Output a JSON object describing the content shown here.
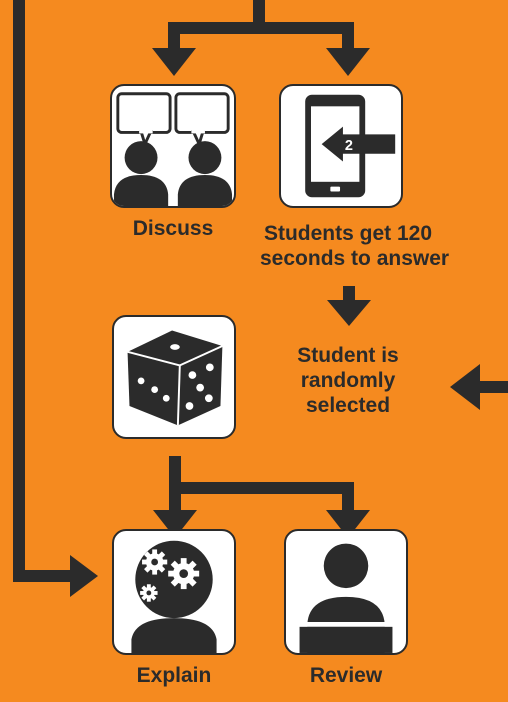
{
  "colors": {
    "background": "#F58A1F",
    "ink": "#2b2b2b",
    "card": "#ffffff"
  },
  "steps": {
    "discuss": {
      "label": "Discuss",
      "icon": "discussion-people-icon"
    },
    "answer": {
      "line1": "Students get 120",
      "line2": "seconds to answer",
      "icon": "tablet-arrow-icon",
      "badge": "2"
    },
    "random": {
      "line1": "Student is",
      "line2": "randomly",
      "line3": "selected",
      "icon": "dice-icon"
    },
    "explain": {
      "label": "Explain",
      "icon": "head-gears-icon"
    },
    "review": {
      "label": "Review",
      "icon": "person-podium-icon"
    }
  }
}
